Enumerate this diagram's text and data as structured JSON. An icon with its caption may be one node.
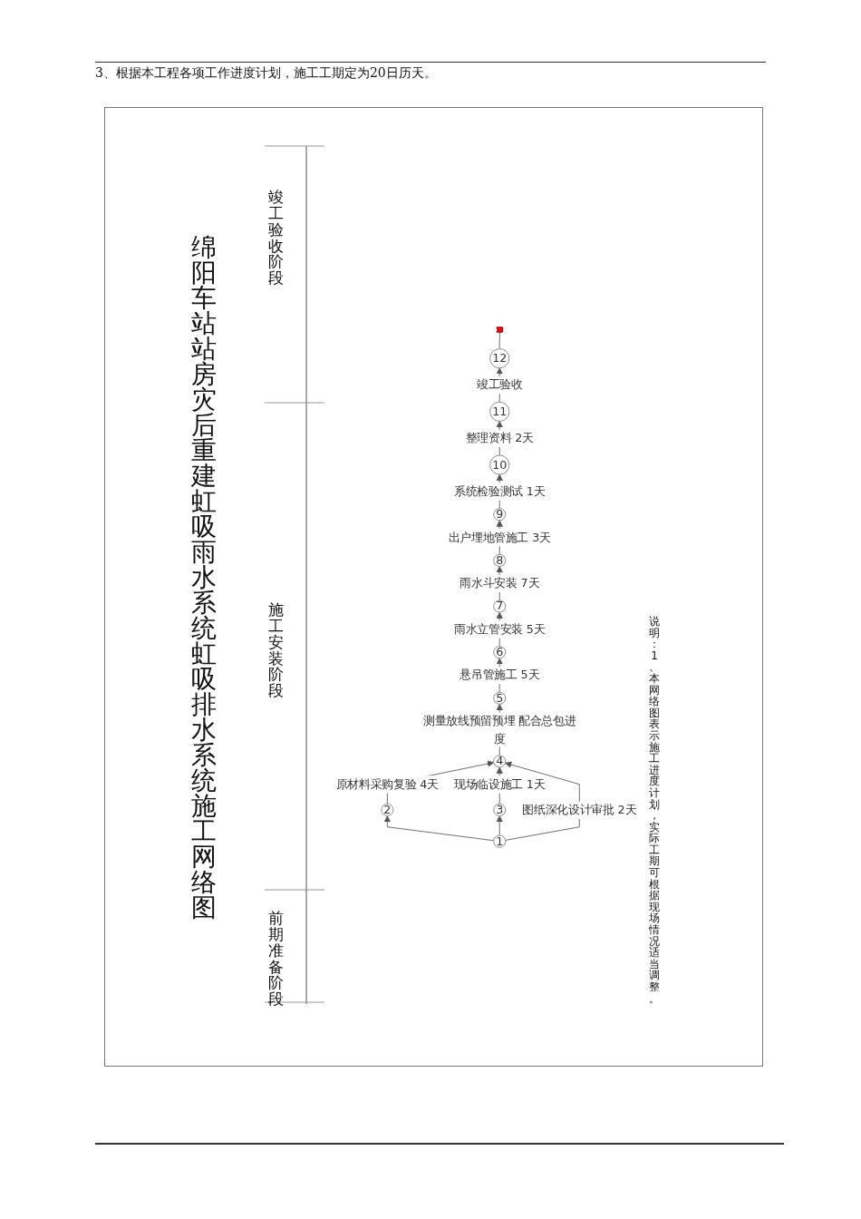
{
  "diagram": {
    "title": "绵阳车站站房灾后重建虹吸雨水系统虹吸排水系统施工网络图",
    "nodes": [
      {
        "text": [
          "1"
        ]
      },
      {
        "text": [
          "2"
        ]
      },
      {
        "text": [
          "3"
        ]
      },
      {
        "text": [
          "4"
        ]
      },
      {
        "text": [
          "5"
        ]
      },
      {
        "text": [
          "6"
        ]
      },
      {
        "text": [
          "7"
        ]
      },
      {
        "text": [
          "8"
        ]
      },
      {
        "text": [
          "9"
        ]
      },
      {
        "text": [
          "10"
        ]
      },
      {
        "text": [
          "11"
        ]
      },
      {
        "text": [
          "12"
        ]
      },
      {
        "text": [],
        "shape": "flag"
      }
    ],
    "edges": [
      {
        "from": 11,
        "to": 12,
        "arrow": "none"
      },
      {
        "from": 10,
        "to": 11,
        "arrow": "to",
        "label": "竣工验收"
      },
      {
        "from": 9,
        "to": 10,
        "arrow": "to",
        "label": "整理资料 2天"
      },
      {
        "from": 8,
        "to": 9,
        "arrow": "to",
        "label": "系统检验测试 1天"
      },
      {
        "from": 7,
        "to": 8,
        "arrow": "to",
        "label": "出户埋地管施工 3天"
      },
      {
        "from": 6,
        "to": 7,
        "arrow": "to",
        "label": "雨水斗安装 7天"
      },
      {
        "from": 5,
        "to": 6,
        "arrow": "to",
        "label": "雨水立管安装 5天"
      },
      {
        "from": 4,
        "to": 5,
        "arrow": "to",
        "label": "悬吊管施工 5天"
      },
      {
        "from": 3,
        "to": 4,
        "arrow": "to",
        "label": "测量放线预留预埋 配合总包进度"
      },
      {
        "from": 1,
        "to": 3,
        "arrow": "to",
        "label": "原材料采购复验 4天"
      },
      {
        "from": 2,
        "to": 3,
        "arrow": "to",
        "label": "现场临设施工 1天"
      },
      {
        "from": 0,
        "to": 3,
        "arrow": "to",
        "label": "图纸深化设计审批 2天"
      },
      {
        "from": 0,
        "to": 1,
        "arrow": "to"
      },
      {
        "from": 0,
        "to": 2,
        "arrow": "to"
      }
    ],
    "labels": [
      "3、根据本工程各项工作进度计划，施工工期定为20日历天。",
      "竣工验收阶段",
      "施工安装阶段",
      "前期准备阶段",
      "说明：1、本网络图表示施工进度计划，实际工期可根据现场情况适当调整。"
    ]
  }
}
